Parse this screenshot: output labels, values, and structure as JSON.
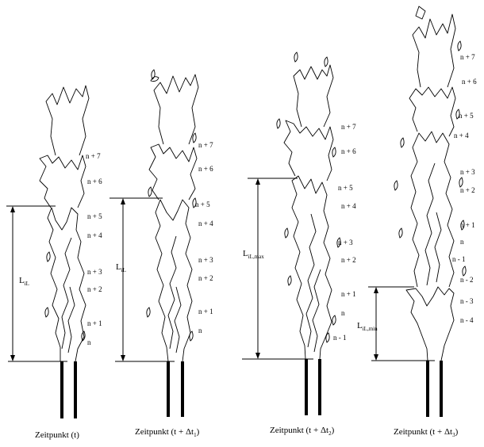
{
  "panels": [
    {
      "caption": "Zeitpunkt (t)",
      "caption_sub": "",
      "caption_tail": "",
      "length_label": "L",
      "length_sub": "iL",
      "levels": [
        "n + 7",
        "n + 6",
        "n + 5",
        "n + 4",
        "n + 3",
        "n + 2",
        "n + 1",
        "n"
      ]
    },
    {
      "caption": "Zeitpunkt (t + Δt",
      "caption_sub": "1",
      "caption_tail": ")",
      "length_label": "L",
      "length_sub": "iL",
      "levels": [
        "n + 7",
        "n + 6",
        "n + 5",
        "n + 4",
        "n + 3",
        "n + 2",
        "n + 1",
        "n"
      ]
    },
    {
      "caption": "Zeitpunkt (t + Δt",
      "caption_sub": "2",
      "caption_tail": ")",
      "length_label": "L",
      "length_sub": "iL,max",
      "levels": [
        "n + 7",
        "n + 6",
        "n + 5",
        "n + 4",
        "n + 3",
        "n + 2",
        "n + 1",
        "n",
        "n - 1"
      ]
    },
    {
      "caption": "Zeitpunkt (t + Δt",
      "caption_sub": "3",
      "caption_tail": ")",
      "length_label": "L",
      "length_sub": "iL,min",
      "levels": [
        "n + 7",
        "n + 6",
        "n + 5",
        "n + 4",
        "n + 3",
        "n + 2",
        "n + 1",
        "n",
        "n - 1",
        "n - 2",
        "n - 3",
        "n - 4"
      ]
    }
  ]
}
